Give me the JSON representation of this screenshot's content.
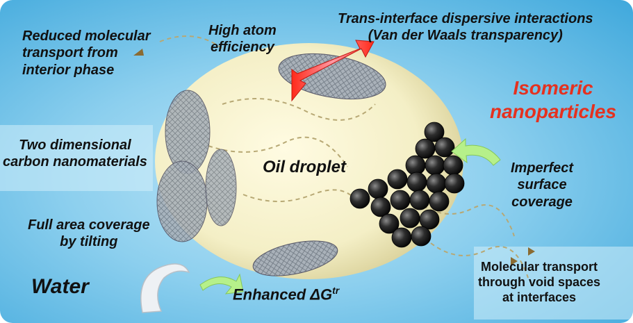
{
  "labels": {
    "reduced_transport": "Reduced molecular\ntransport from\ninterior phase",
    "high_atom": "High atom\nefficiency",
    "trans_interface": "Trans-interface dispersive interactions\n(Van der Waals transparency)",
    "isomeric": "Isomeric\nnanoparticles",
    "two_dim": "Two dimensional\ncarbon nanomaterials",
    "oil_droplet": "Oil droplet",
    "imperfect": "Imperfect\nsurface\ncoverage",
    "full_area": "Full area coverage\nby tilting",
    "water": "Water",
    "enhanced_text": "Enhanced ",
    "delta_g": "ΔG",
    "delta_g_sup": "tr",
    "molecular_void": "Molecular transport\nthrough void spaces\nat interfaces"
  },
  "colors": {
    "water": "#3fa8dc",
    "droplet": "#f4efc6",
    "red_arrow": "#e5311f",
    "green_arrow": "#b6f08a",
    "nanoparticle": "#2a2a2a",
    "sheet": "#9aa3ac"
  }
}
